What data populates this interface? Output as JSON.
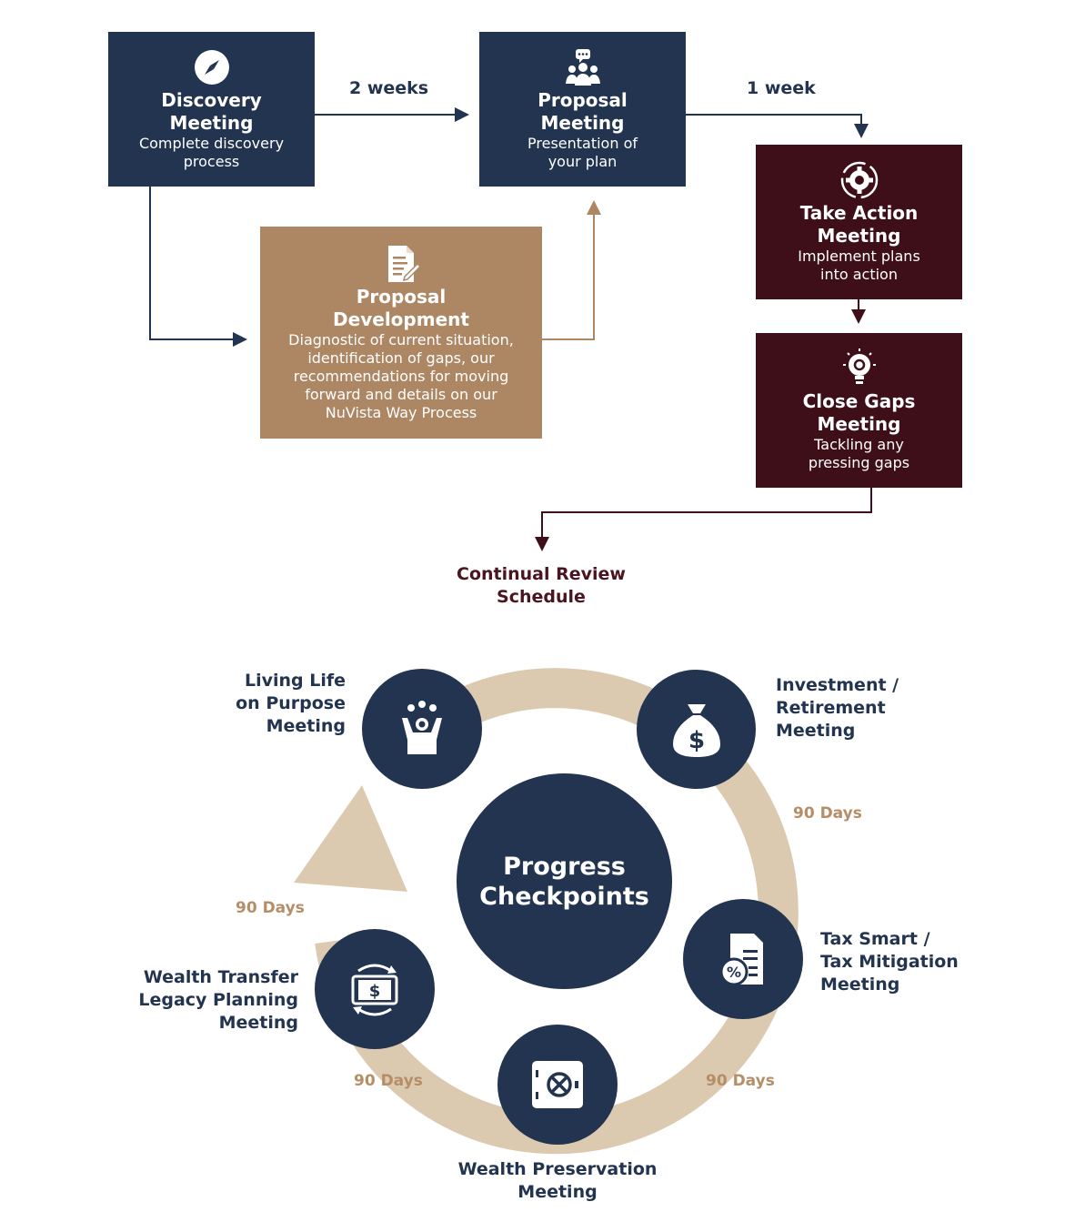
{
  "flow": {
    "discovery": {
      "title": "Discovery Meeting",
      "desc": "Complete discovery process",
      "icon": "compass-icon"
    },
    "proposal_meeting": {
      "title": "Proposal Meeting",
      "desc": "Presentation of your plan",
      "icon": "people-chat-icon"
    },
    "proposal_dev": {
      "title": "Proposal Development",
      "desc": "Diagnostic of current situation, identification of gaps, our recommendations for moving forward and details on our NuVista Way Process",
      "icon": "document-pen-icon"
    },
    "take_action": {
      "title": "Take Action Meeting",
      "desc": "Implement plans into action",
      "icon": "gear-icon"
    },
    "close_gaps": {
      "title": "Close Gaps Meeting",
      "desc": "Tackling any pressing gaps",
      "icon": "lightbulb-gear-icon"
    },
    "interval_1": "2 weeks",
    "interval_2": "1 week",
    "continual": "Continual Review Schedule"
  },
  "cycle": {
    "center": "Progress Checkpoints",
    "living": "Living Life on Purpose Meeting",
    "investment": "Investment / Retirement Meeting",
    "tax": "Tax Smart / Tax Mitigation Meeting",
    "preservation": "Wealth Preservation Meeting",
    "transfer": "Wealth Transfer Legacy Planning Meeting",
    "days": [
      "90 Days",
      "90 Days",
      "90 Days",
      "90 Days"
    ]
  },
  "colors": {
    "navy": "#22344f",
    "tan": "#ad8764",
    "maroon": "#3e0f19",
    "ring": "#dccab0",
    "days": "#b58e67"
  }
}
